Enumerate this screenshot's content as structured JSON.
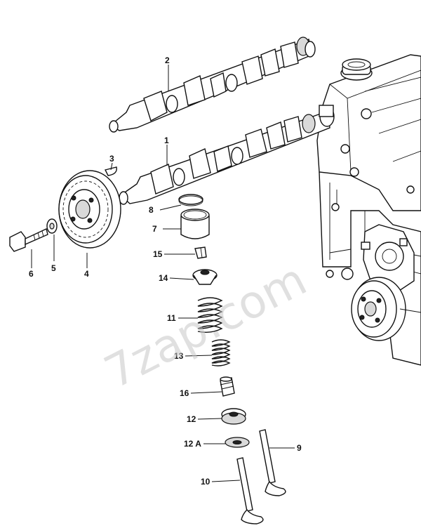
{
  "watermark": "7zap.com",
  "callouts": {
    "c1": "1",
    "c2": "2",
    "c3": "3",
    "c4": "4",
    "c5": "5",
    "c6": "6",
    "c7": "7",
    "c8": "8",
    "c9": "9",
    "c10": "10",
    "c11": "11",
    "c12": "12",
    "c12a": "12 A",
    "c13": "13",
    "c14": "14",
    "c15": "15",
    "c16": "16"
  }
}
